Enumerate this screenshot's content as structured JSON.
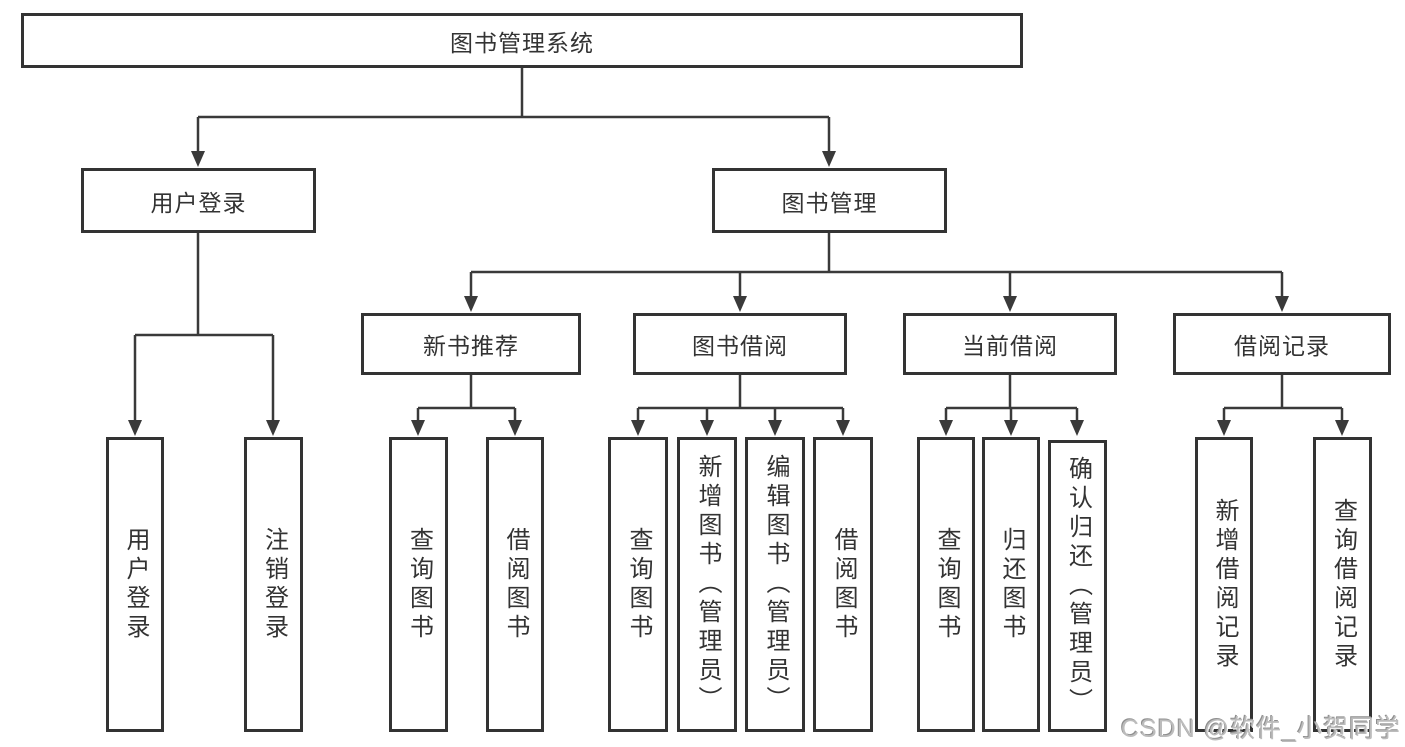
{
  "diagram": {
    "root": {
      "label": "图书管理系统"
    },
    "user_branch": {
      "label": "用户登录",
      "children": [
        {
          "label": "用户登录"
        },
        {
          "label": "注销登录"
        }
      ]
    },
    "book_branch": {
      "label": "图书管理",
      "sections": [
        {
          "label": "新书推荐",
          "children": [
            {
              "label": "查询图书"
            },
            {
              "label": "借阅图书"
            }
          ]
        },
        {
          "label": "图书借阅",
          "children": [
            {
              "label": "查询图书"
            },
            {
              "label": "新增图书（管理员）"
            },
            {
              "label": "编辑图书（管理员）"
            },
            {
              "label": "借阅图书"
            }
          ]
        },
        {
          "label": "当前借阅",
          "children": [
            {
              "label": "查询图书"
            },
            {
              "label": "归还图书"
            },
            {
              "label": "确认归还（管理员）"
            }
          ]
        },
        {
          "label": "借阅记录",
          "children": [
            {
              "label": "新增借阅记录"
            },
            {
              "label": "查询借阅记录"
            }
          ]
        }
      ]
    }
  },
  "watermark": {
    "text": "CSDN @软件_小贺同学"
  },
  "colors": {
    "line": "#3a3a3a",
    "box_border": "#333333",
    "text": "#333333",
    "watermark_gray": "#bcbcbc",
    "background": "#ffffff"
  }
}
